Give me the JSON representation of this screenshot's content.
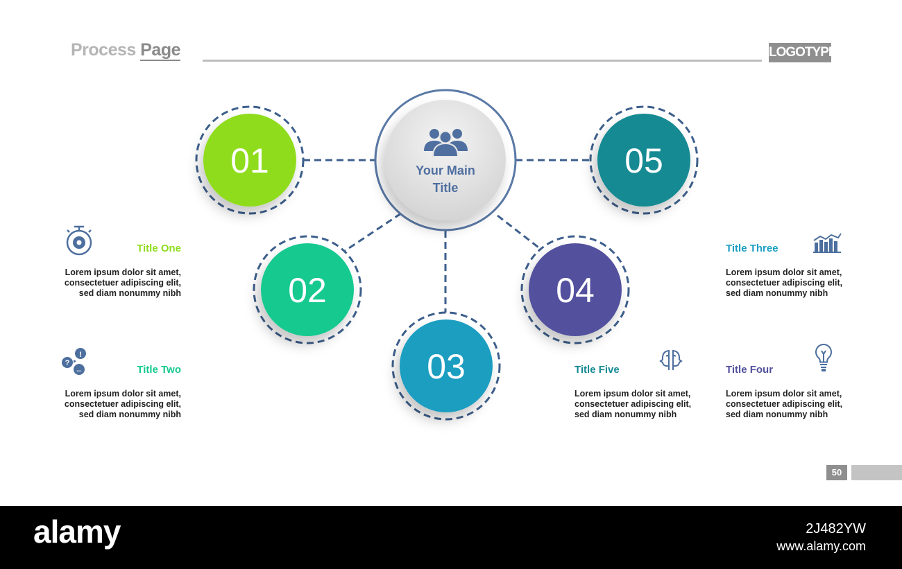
{
  "header": {
    "title_part1": "Process",
    "title_part2": "Page",
    "logo": "LOGOTYPE"
  },
  "colors": {
    "c01": "#8fdc1c",
    "c02": "#16c98f",
    "c03": "#1a9ec1",
    "c04": "#52519e",
    "c05": "#148a93",
    "dash": "#3d5f8c",
    "main_title": "#4f6fa0"
  },
  "center": {
    "title_line1": "Your Main",
    "title_line2": "Title",
    "icon": "people-group-icon"
  },
  "steps": [
    {
      "num": "01"
    },
    {
      "num": "02"
    },
    {
      "num": "03"
    },
    {
      "num": "04"
    },
    {
      "num": "05"
    }
  ],
  "items": [
    {
      "title": "Title One",
      "color": "#8fdc1c",
      "icon": "stopwatch-gear-icon",
      "body": "Lorem ipsum dolor sit amet,\nconsectetuer adipiscing elit,\nsed diam nonummy nibh"
    },
    {
      "title": "Title Two",
      "color": "#16c98f",
      "icon": "speech-bubbles-icon",
      "body": "Lorem ipsum dolor sit amet,\nconsectetuer adipiscing elit,\nsed diam nonummy nibh"
    },
    {
      "title": "Title Three",
      "color": "#1a9ec1",
      "icon": "bar-chart-icon",
      "body": "Lorem ipsum dolor sit amet,\nconsectetuer adipiscing elit,\nsed diam nonummy nibh"
    },
    {
      "title": "Title Four",
      "color": "#52519e",
      "icon": "lightbulb-icon",
      "body": "Lorem ipsum dolor sit amet,\nconsectetuer adipiscing elit,\nsed diam nonummy nibh"
    },
    {
      "title": "Title Five",
      "color": "#148a93",
      "icon": "two-heads-icon",
      "body": "Lorem ipsum dolor sit amet,\nconsectetuer adipiscing elit,\nsed diam nonummy nibh"
    }
  ],
  "page_number": "50",
  "watermark": {
    "brand": "alamy",
    "image_id": "2J482YW",
    "url": "www.alamy.com"
  }
}
